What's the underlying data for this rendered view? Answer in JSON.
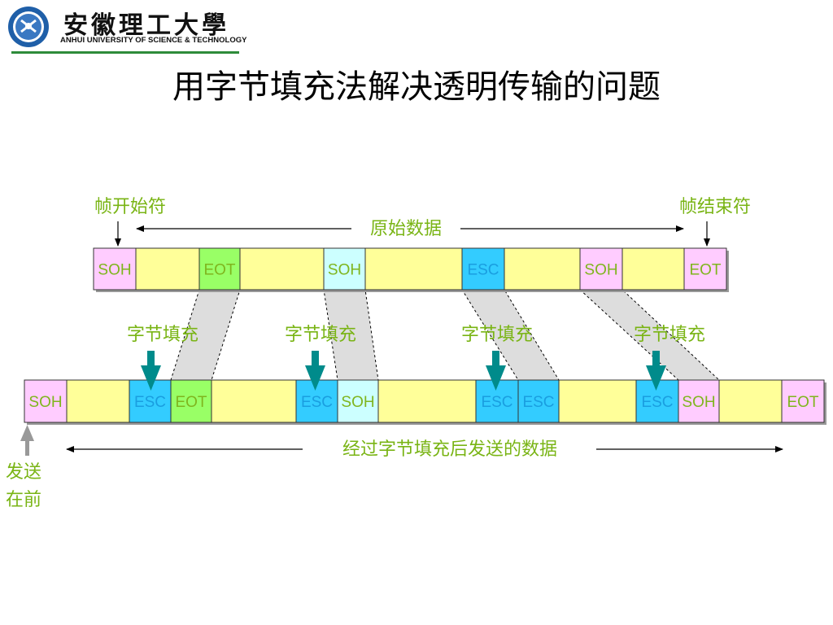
{
  "logo": {
    "name_cn": "安徽理工大學",
    "name_en": "ANHUI UNIVERSITY OF SCIENCE & TECHNOLOGY"
  },
  "title": "用字节填充法解决透明传输的问题",
  "labels": {
    "frame_start": "帧开始符",
    "frame_end": "帧结束符",
    "original_data": "原始数据",
    "stuffed_data": "经过字节填充后发送的数据",
    "send_first_1": "发送",
    "send_first_2": "在前",
    "byte_stuffing": [
      "字节填充",
      "字节填充",
      "字节填充",
      "字节填充"
    ]
  },
  "colors": {
    "label_green": "#79b414",
    "soh_pink": "#ffccff",
    "data_yellow": "#ffff99",
    "eot_green": "#99ff66",
    "soh_cyan": "#ccffff",
    "esc_blue": "#33ccff",
    "arrow_teal": "#008b8b"
  },
  "original_frame": [
    {
      "text": "SOH",
      "kind": "soh"
    },
    {
      "text": "",
      "kind": "data"
    },
    {
      "text": "EOT",
      "kind": "eot"
    },
    {
      "text": "",
      "kind": "data"
    },
    {
      "text": "SOH",
      "kind": "soh-data"
    },
    {
      "text": "",
      "kind": "data"
    },
    {
      "text": "ESC",
      "kind": "esc"
    },
    {
      "text": "",
      "kind": "data"
    },
    {
      "text": "SOH",
      "kind": "soh"
    },
    {
      "text": "",
      "kind": "data"
    },
    {
      "text": "EOT",
      "kind": "soh"
    }
  ],
  "stuffed_frame": [
    {
      "text": "SOH",
      "kind": "soh"
    },
    {
      "text": "",
      "kind": "data"
    },
    {
      "text": "ESC",
      "kind": "esc"
    },
    {
      "text": "EOT",
      "kind": "eot"
    },
    {
      "text": "",
      "kind": "data"
    },
    {
      "text": "ESC",
      "kind": "esc"
    },
    {
      "text": "SOH",
      "kind": "soh-data"
    },
    {
      "text": "",
      "kind": "data"
    },
    {
      "text": "ESC",
      "kind": "esc"
    },
    {
      "text": "ESC",
      "kind": "esc"
    },
    {
      "text": "",
      "kind": "data"
    },
    {
      "text": "ESC",
      "kind": "esc"
    },
    {
      "text": "SOH",
      "kind": "soh"
    },
    {
      "text": "",
      "kind": "data"
    },
    {
      "text": "EOT",
      "kind": "soh"
    }
  ]
}
